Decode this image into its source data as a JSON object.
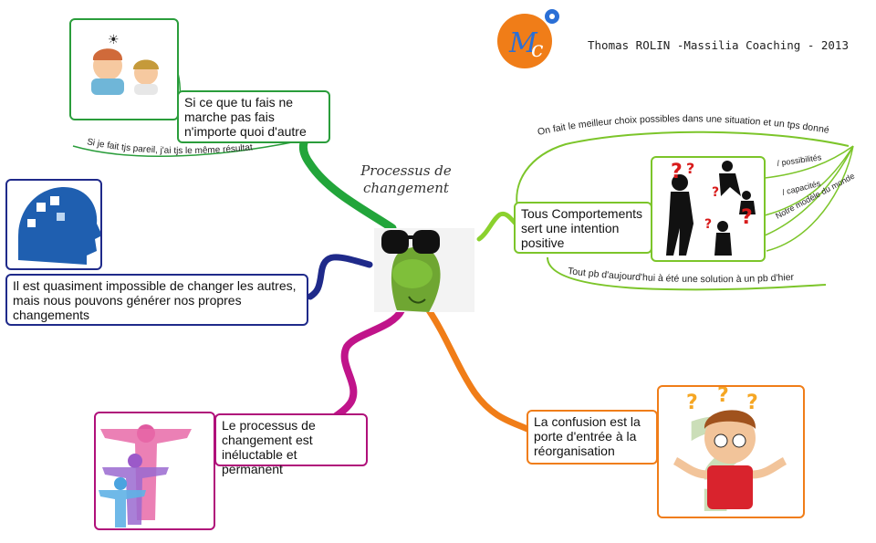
{
  "header": {
    "credit": "Thomas ROLIN -Massilia Coaching - 2013",
    "logo_letters": "MC"
  },
  "center": {
    "title": "Processus de changement",
    "image": "frog-with-sunglasses"
  },
  "nodes": {
    "top_left": {
      "text": "Si ce que tu fais ne marche pas fais n'importe quoi d'autre",
      "sub_label": "Si je fait tjs pareil, j'ai tjs le même résultat",
      "color": "#2a9d3b",
      "image": "thinking-people-cartoon"
    },
    "mid_left": {
      "text": "Il est quasiment impossible de changer les autres, mais nous pouvons générer nos propres changements",
      "color": "#1f1f7a",
      "image": "puzzle-head-icon"
    },
    "bottom_left": {
      "text": "Le processus de changement est inéluctable et permanent",
      "color": "#b0107a",
      "image": "growing-figures-icon"
    },
    "right": {
      "text": "Tous Comportements sert une intention positive",
      "color": "#7cc52a",
      "image": "question-silhouettes-icon",
      "top_label": "On fait le meilleur choix possibles dans une situation et un tps donné",
      "bottom_label": "Tout pb d'aujourd'hui à été une solution à un pb d'hier",
      "branches": [
        "/ possibilités",
        "/ capacités",
        "Notre modèle du monde"
      ]
    },
    "bottom_right": {
      "text": "La confusion est la porte d'entrée à la réorganisation",
      "color": "#f07d18",
      "image": "confused-boy-cartoon"
    }
  }
}
